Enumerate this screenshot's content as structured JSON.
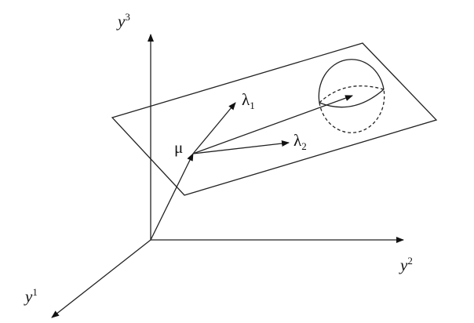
{
  "axes": {
    "y1": {
      "base": "y",
      "index": "1"
    },
    "y2": {
      "base": "y",
      "index": "2"
    },
    "y3": {
      "base": "y",
      "index": "3"
    }
  },
  "vectors": {
    "mu": {
      "symbol": "μ"
    },
    "lambda1": {
      "base": "λ",
      "index": "1"
    },
    "lambda2": {
      "base": "λ",
      "index": "2"
    }
  }
}
